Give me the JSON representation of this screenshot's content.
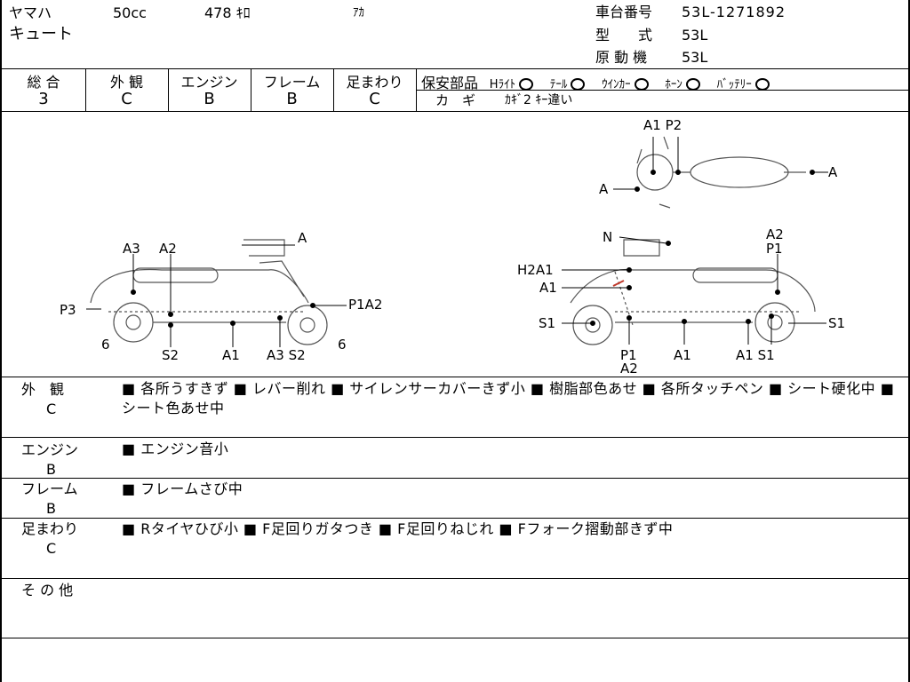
{
  "header": {
    "maker": "ヤマハ",
    "displacement": "50cc",
    "mileage": "478 ｷﾛ",
    "color": "ｱｶ",
    "model_name": "キュート",
    "frame_no_label": "車台番号",
    "frame_no": "53L-1271892",
    "type_label": "型　　式",
    "type_value": "53L",
    "engine_label": "原 動 機",
    "engine_value": "53L"
  },
  "grades": {
    "overall_label": "総 合",
    "overall": "3",
    "exterior_label": "外 観",
    "exterior": "C",
    "engine_label": "エンジン",
    "engine": "B",
    "frame_label": "フレーム",
    "frame": "B",
    "suspension_label": "足まわり",
    "suspension": "C"
  },
  "safety": {
    "label": "保安部品",
    "items": [
      "Hﾗｲﾄ",
      "ﾃｰﾙ",
      "ｳｲﾝｶｰ",
      "ﾎｰﾝ",
      "ﾊﾞｯﾃﾘｰ"
    ],
    "key_label": "カ　ギ",
    "key_value": "ｶｷﾞ2 ｷｰ違い"
  },
  "diagram_labels": {
    "side_left": [
      "A3",
      "A2",
      "A",
      "P3",
      "6",
      "S2",
      "A1",
      "A3 S2",
      "P1A2",
      "6"
    ],
    "side_right": [
      "N",
      "A2",
      "P1",
      "H2A1",
      "A1",
      "S1",
      "S1",
      "P1",
      "A2",
      "A1",
      "A1 S1"
    ],
    "top": [
      "A1 P2",
      "A",
      "A"
    ]
  },
  "sections": [
    {
      "name": "外　観",
      "grade": "C",
      "text": "■ 各所うすきず ■ レバー削れ ■ サイレンサーカバーきず小 ■ 樹脂部色あせ ■ 各所タッチペン ■ シート硬化中 ■ シート色あせ中"
    },
    {
      "name": "エンジン",
      "grade": "B",
      "text": "■ エンジン音小"
    },
    {
      "name": "フレーム",
      "grade": "B",
      "text": "■ フレームさび中"
    },
    {
      "name": "足まわり",
      "grade": "C",
      "text": "■ Rタイヤひび小 ■ F足回りガタつき ■ F足回りねじれ ■ Fフォーク摺動部きず中"
    },
    {
      "name": "そ の 他",
      "grade": "",
      "text": ""
    }
  ]
}
